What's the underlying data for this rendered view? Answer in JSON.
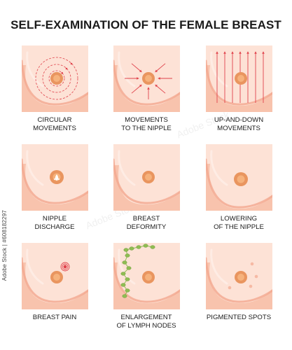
{
  "title": "SELF-EXAMINATION OF THE FEMALE BREAST",
  "side_id": "Adobe Stock | #608182297",
  "watermark": "Adobe Stock",
  "colors": {
    "skin_light": "#fde2d6",
    "skin_mid": "#f8c3ad",
    "skin_shadow": "#f2a88f",
    "areola": "#e9955f",
    "nipple": "#f6b27c",
    "arrow": "#e0434c",
    "lymph": "#8fbd52"
  },
  "panels": [
    {
      "id": "circular",
      "caption": "CIRCULAR\nMOVEMENTS",
      "icon": "circular-arrows-icon"
    },
    {
      "id": "to-nipple",
      "caption": "MOVEMENTS\nTO THE NIPPLE",
      "icon": "converging-arrows-icon"
    },
    {
      "id": "up-down",
      "caption": "UP-AND-DOWN\nMOVEMENTS",
      "icon": "vertical-arrows-icon"
    },
    {
      "id": "discharge",
      "caption": "NIPPLE\nDISCHARGE",
      "icon": "discharge-drop-icon"
    },
    {
      "id": "deformity",
      "caption": "BREAST\nDEFORMITY",
      "icon": "deformity-icon"
    },
    {
      "id": "lowering",
      "caption": "LOWERING\nOF THE NIPPLE",
      "icon": "lowered-nipple-icon"
    },
    {
      "id": "pain",
      "caption": "BREAST PAIN",
      "icon": "pain-target-icon"
    },
    {
      "id": "lymph",
      "caption": "ENLARGEMENT\nOF LYMPH NODES",
      "icon": "lymph-nodes-icon"
    },
    {
      "id": "spots",
      "caption": "PIGMENTED SPOTS",
      "icon": "pigment-spots-icon"
    }
  ]
}
